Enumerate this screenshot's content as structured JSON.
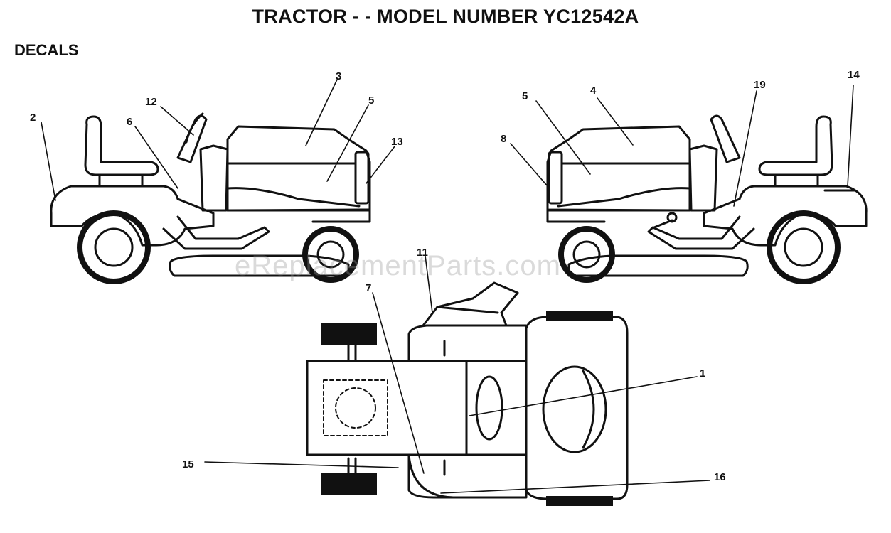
{
  "page": {
    "title": "TRACTOR - - MODEL NUMBER YC12542A",
    "section": "DECALS",
    "watermark": "eReplacementParts.com"
  },
  "callouts": [
    "1",
    "2",
    "3",
    "4",
    "5",
    "6",
    "7",
    "8",
    "11",
    "12",
    "13",
    "14",
    "15",
    "16",
    "19"
  ],
  "colors": {
    "ink": "#111111",
    "paper": "#ffffff"
  }
}
